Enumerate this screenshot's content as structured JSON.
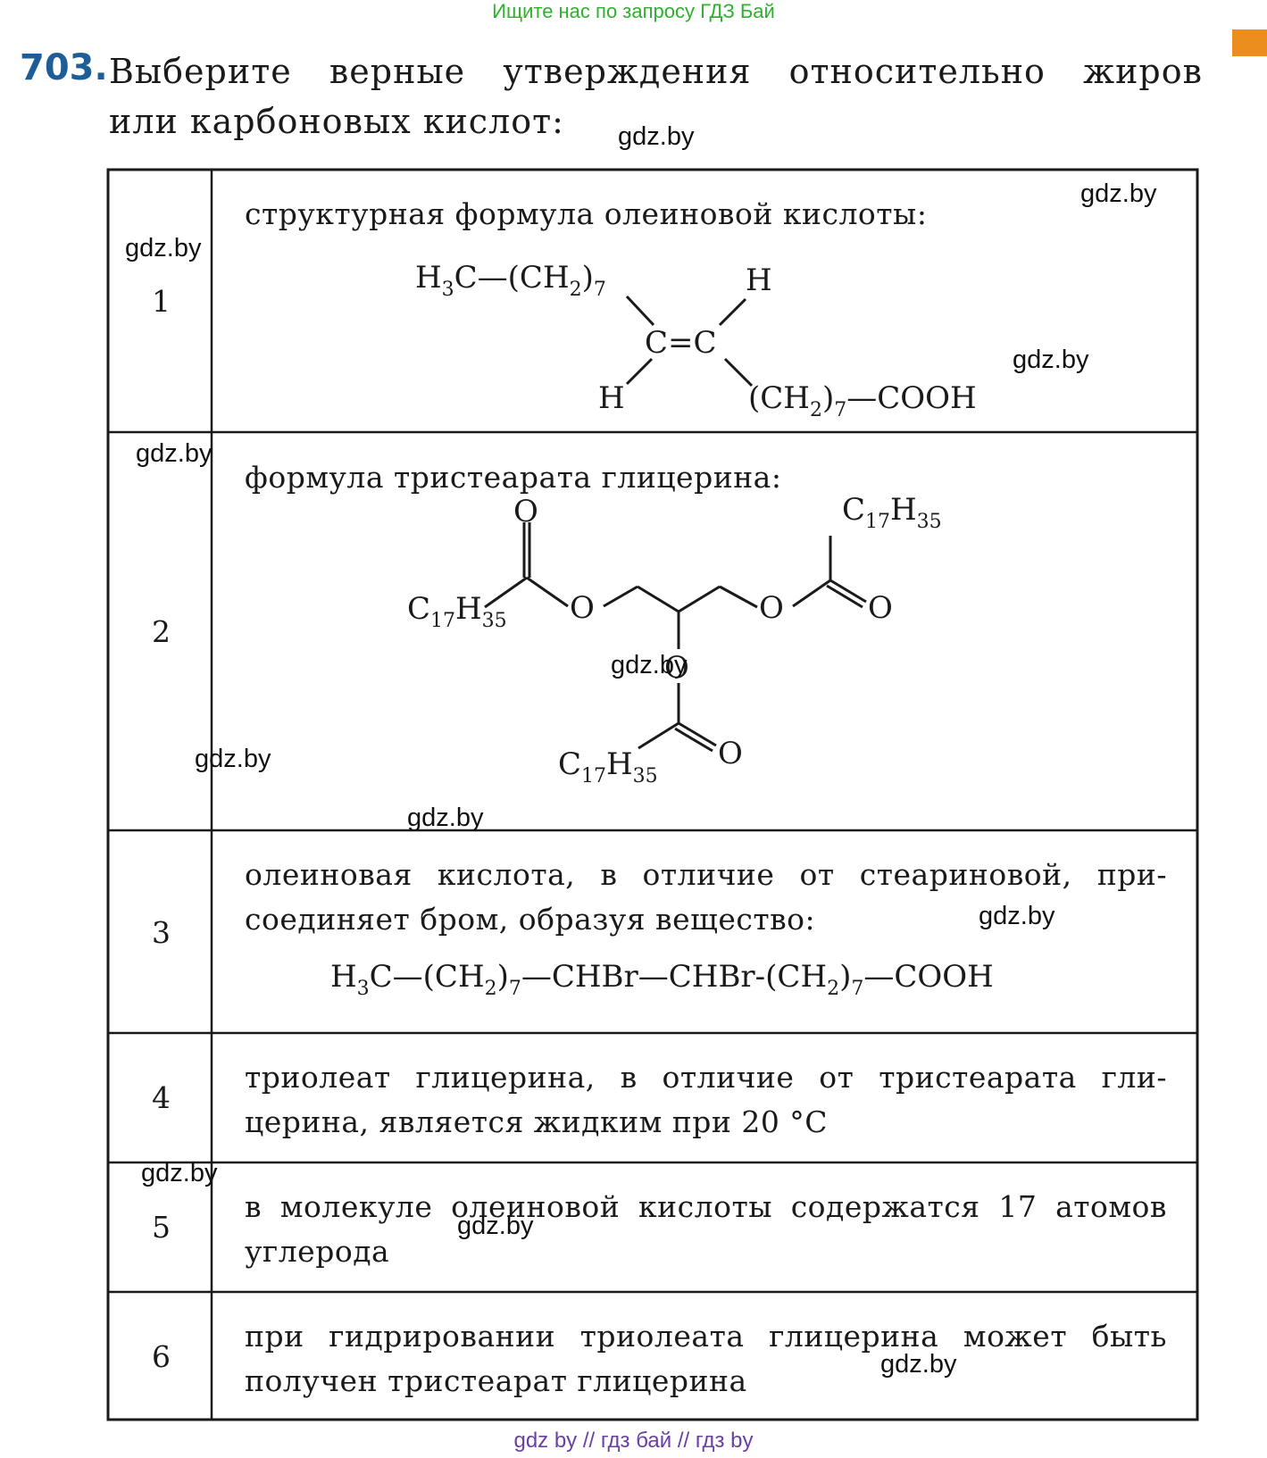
{
  "banner": "Ищите нас по запросу ГДЗ Бай",
  "task": {
    "number": "703.",
    "line1": "Выберите верные утверждения относительно жиров",
    "line2": "или карбоновых кислот:"
  },
  "rows": [
    {
      "num": "1",
      "text": "структурная формула олеиновой кислоты:"
    },
    {
      "num": "2",
      "text": "формула тристеарата глицерина:"
    },
    {
      "num": "3",
      "line1": "олеиновая кислота, в отличие от стеариновой, при-",
      "line2": "соединяет бром, образуя вещество:"
    },
    {
      "num": "4",
      "line1": "триолеат глицерина, в отличие от тристеарата гли-",
      "line2": "церина, является жидким при 20 °С"
    },
    {
      "num": "5",
      "line1": "в молекуле олеиновой кислоты содержатся 17 атомов",
      "line2": "углерода"
    },
    {
      "num": "6",
      "line1": "при гидрировании триолеата глицерина может быть",
      "line2": "получен тристеарат глицерина"
    }
  ],
  "formula1": {
    "left_group": "H3C—(CH2)7",
    "top_h": "H",
    "double_bond": "C=C",
    "bottom_h": "H",
    "right_group": "(CH2)7—COOH"
  },
  "formula2": {
    "left_acyl": "C17H35",
    "top_acyl": "C17H35",
    "bottom_acyl": "C17H35",
    "oxygen": "O"
  },
  "formula3": "H3C—(CH2)7—CHBr—CHBr-(CH2)7—COOH",
  "watermark": "gdz.by",
  "footer": "gdz by  //  гдз бай  //  гдз by"
}
